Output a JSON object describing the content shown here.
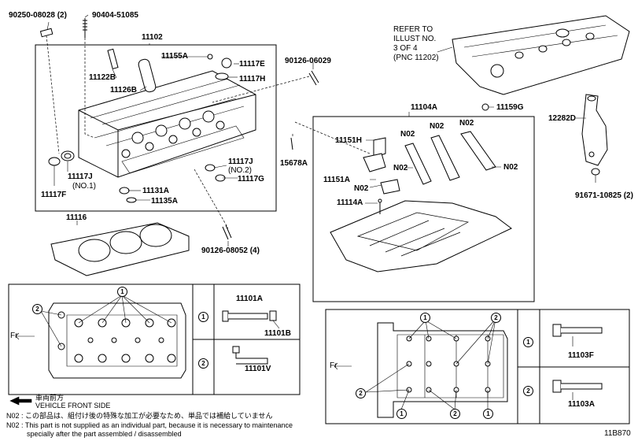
{
  "labels": {
    "p90250": "90250-08028 (2)",
    "p90404": "90404-51085",
    "p11102": "11102",
    "p11155A": "11155A",
    "p11117E": "11117E",
    "p11117H": "11117H",
    "p11122B": "11122B",
    "p11126B": "11126B",
    "p90126a": "90126-06029",
    "p11117J1": "11117J",
    "p11117J1n": "(NO.1)",
    "p11117F": "11117F",
    "p11117J2": "11117J",
    "p11117J2n": "(NO.2)",
    "p11117G": "11117G",
    "p11131A": "11131A",
    "p11135A": "11135A",
    "p11116": "11116",
    "p90126b": "90126-08052 (4)",
    "refer1": "REFER TO",
    "refer2": "ILLUST NO.",
    "refer3": "3 OF 4",
    "refer4": "(PNC 11202)",
    "p11104A": "11104A",
    "p11159G": "11159G",
    "p12282D": "12282D",
    "p11151H": "11151H",
    "p15678A": "15678A",
    "p11151A": "11151A",
    "p11114A": "11114A",
    "n02a": "N02",
    "n02b": "N02",
    "n02c": "N02",
    "n02d": "N02",
    "n02e": "N02",
    "p91671": "91671-10825 (2)",
    "p11101A": "11101A",
    "p11101B": "11101B",
    "p11101V": "11101V",
    "p11103F": "11103F",
    "p11103A": "11103A",
    "fr1": "Fr",
    "fr2": "Fr",
    "code": "11B870"
  },
  "circles": {
    "one": "1",
    "two": "2"
  },
  "notes": {
    "front_jp": "車両前方",
    "front_en": "VEHICLE FRONT SIDE",
    "n02_jp": "N02 : この部品は、組付け後の特殊な加工が必要なため、単品では補給していません",
    "n02_en1": "N02 : This part is not supplied as an individual part, because it is necessary to maintenance",
    "n02_en2": "specially after the part assembled / disassembled"
  },
  "colors": {
    "line": "#000000",
    "background": "#ffffff"
  }
}
